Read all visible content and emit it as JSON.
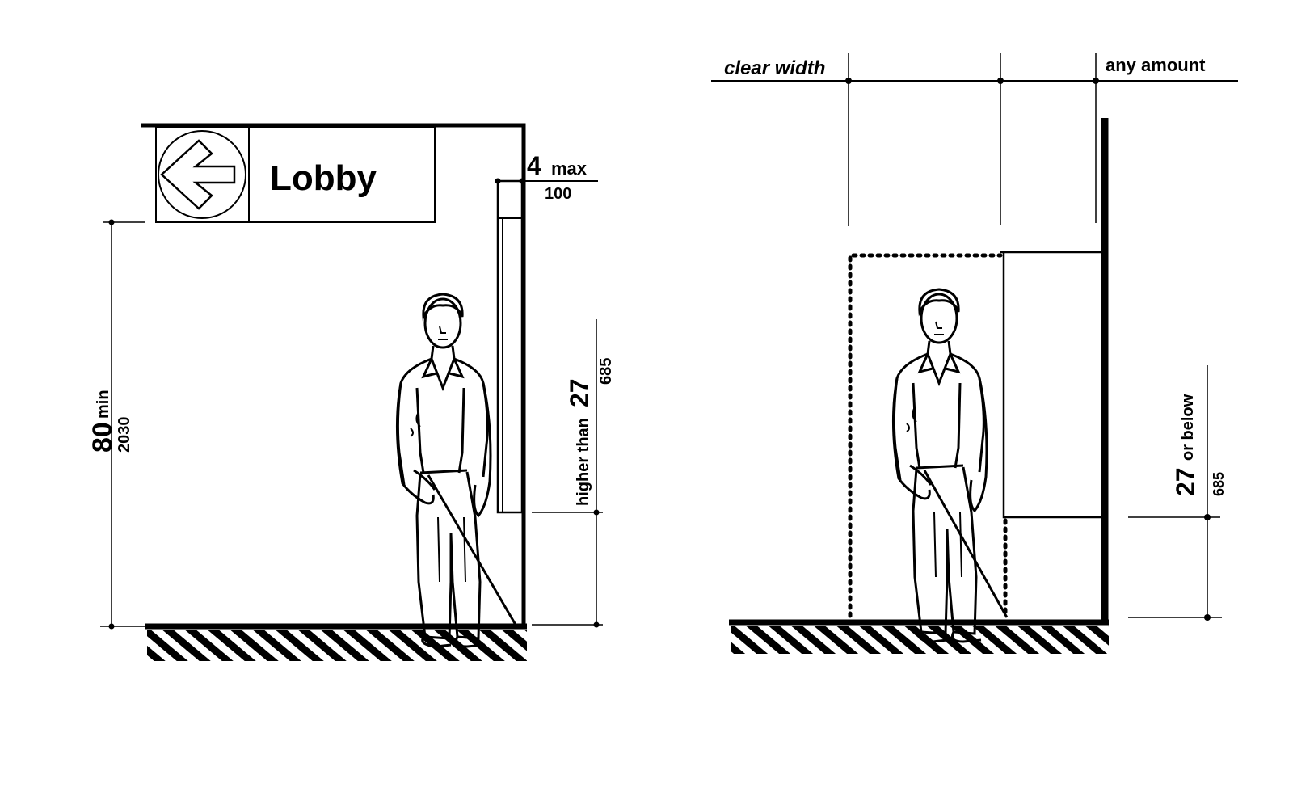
{
  "left_diagram": {
    "sign_text": "Lobby",
    "sign_icon": "left-arrow-circle-icon",
    "dim_projection": {
      "value": "4",
      "qualifier": "max",
      "metric": "100"
    },
    "dim_headroom": {
      "value": "80",
      "qualifier": "min",
      "metric": "2030"
    },
    "dim_height": {
      "prefix": "higher than",
      "value": "27",
      "metric": "685"
    }
  },
  "right_diagram": {
    "label_clear_width": "clear width",
    "label_any_amount": "any amount",
    "dim_height": {
      "value": "27",
      "suffix": "or below",
      "metric": "685"
    }
  },
  "colors": {
    "ink": "#000000",
    "paper": "#ffffff"
  }
}
